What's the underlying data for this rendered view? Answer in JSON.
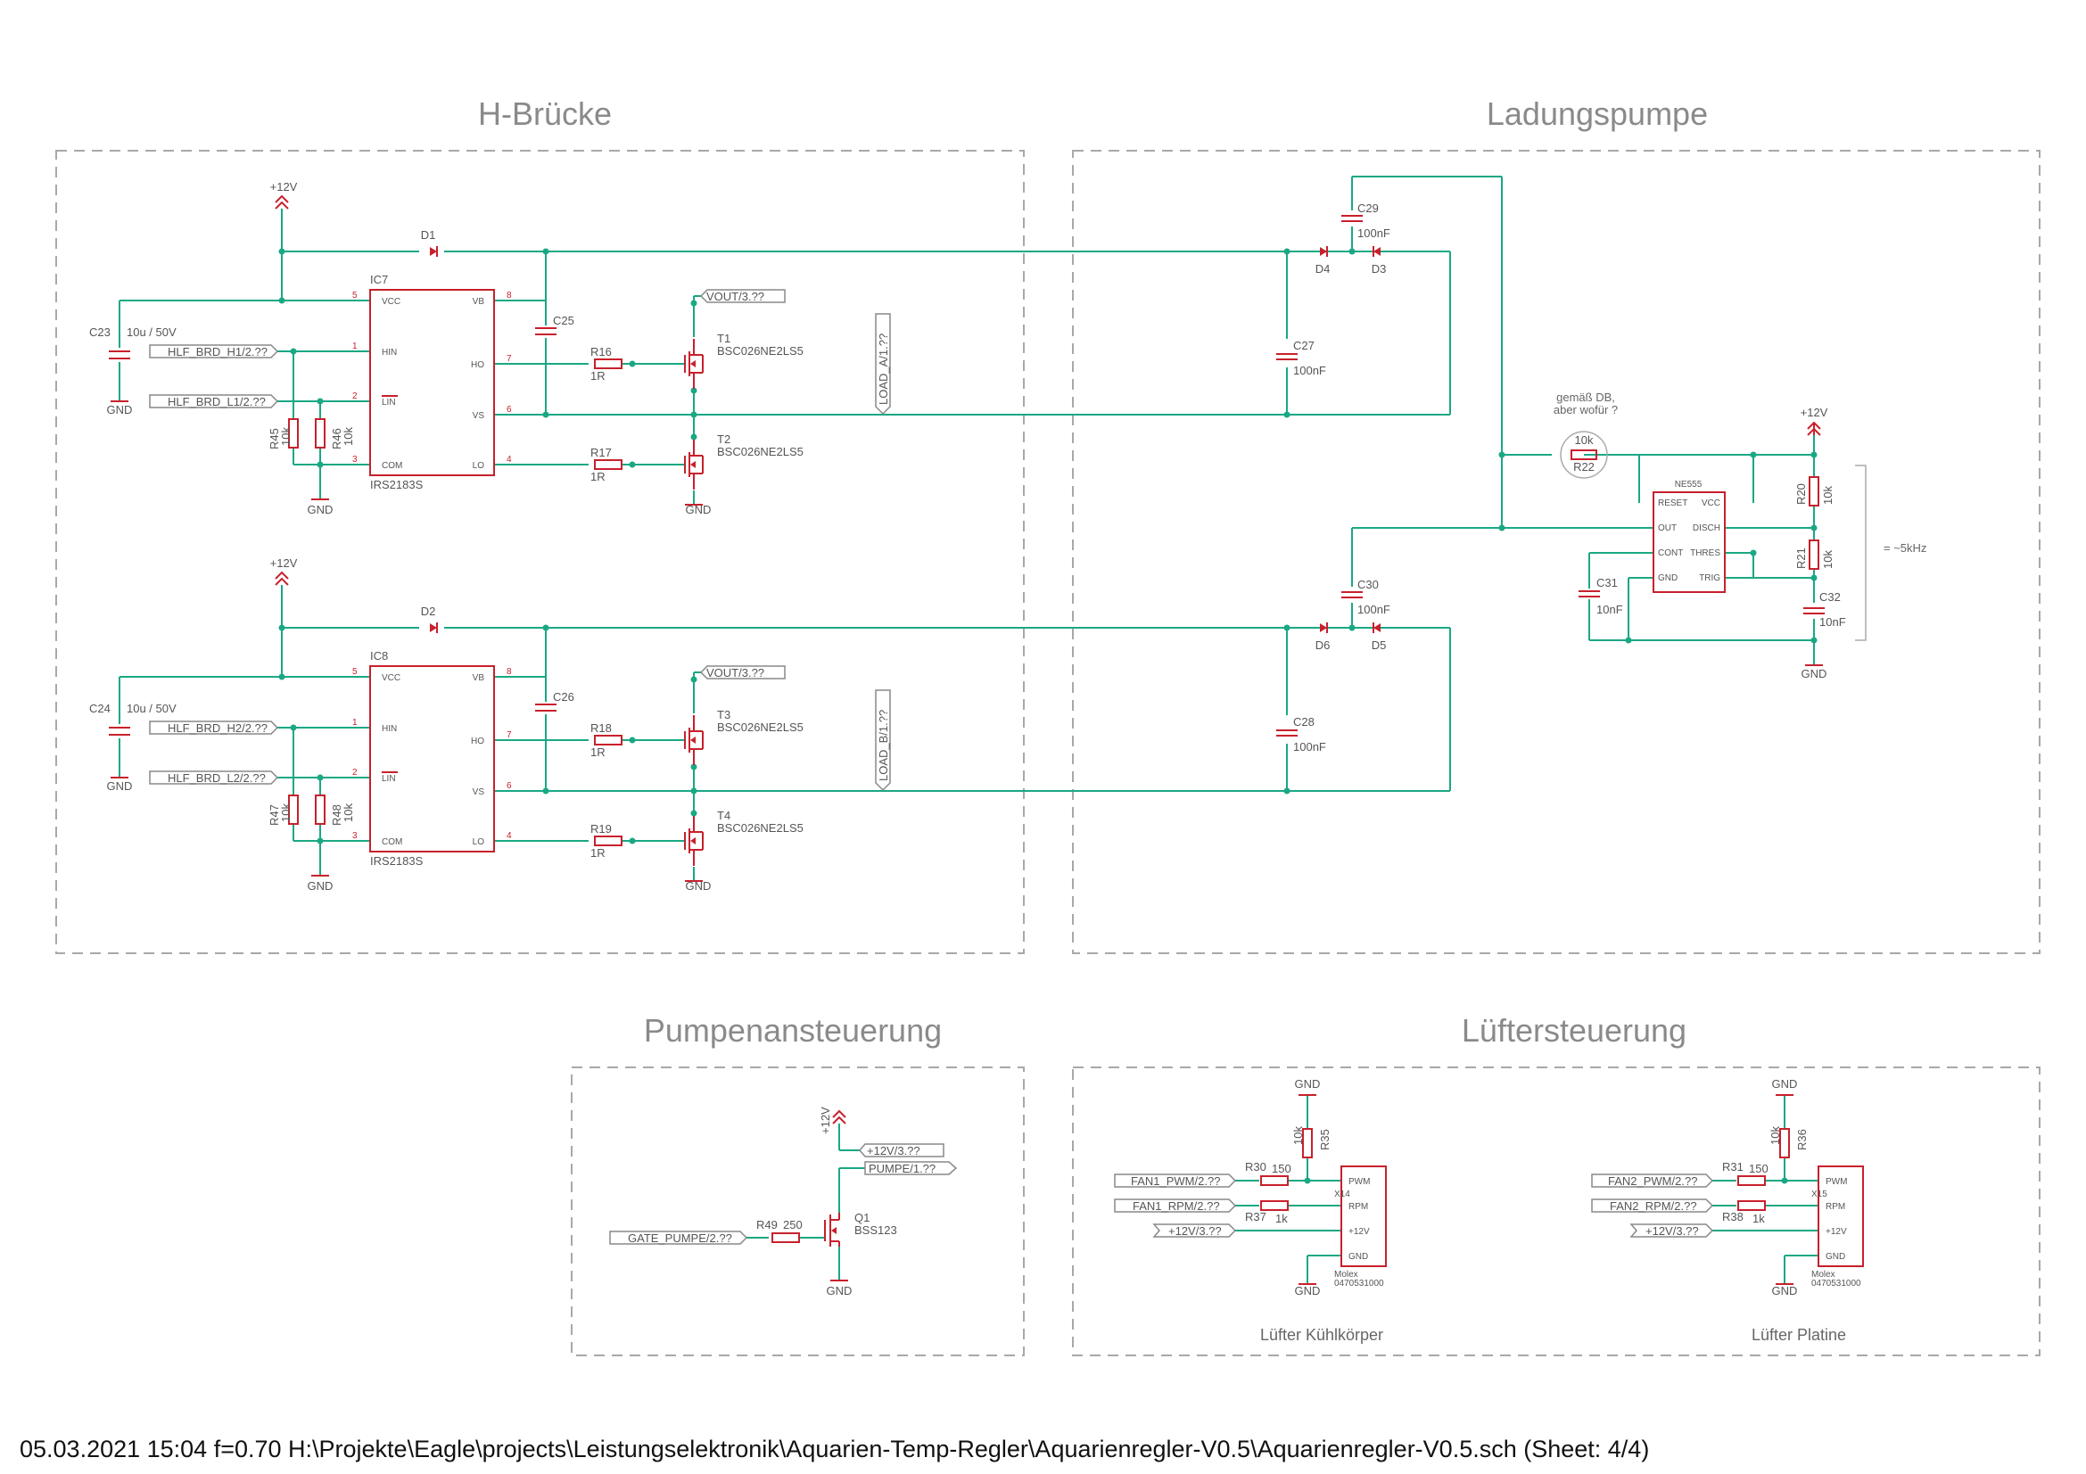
{
  "sections": {
    "h_bridge": "H-Brücke",
    "charge_pump": "Ladungspumpe",
    "pump_control": "Pumpenansteuerung",
    "fan_control": "Lüftersteuerung"
  },
  "footer": "05.03.2021 15:04  f=0.70  H:\\Projekte\\Eagle\\projects\\Leistungselektronik\\Aquarien-Temp-Regler\\Aquarienregler-V0.5\\Aquarienregler-V0.5.sch (Sheet: 4/4)",
  "colors": {
    "wire": "#1aa884",
    "part": "#c8202c",
    "frame": "#a8a8a8"
  },
  "hbridge": [
    {
      "supply": "+12V",
      "diode": "D1",
      "ic": "IC7",
      "ic_type": "IRS2183S",
      "cap_in": "C23",
      "cap_in_val": "10u / 50V",
      "cap_boot": "C25",
      "gnd": "GND",
      "in_h": "HLF_BRD_H1/2.??",
      "in_l": "HLF_BRD_L1/2.??",
      "r_a": "R45",
      "r_a_val": "10k",
      "r_b": "R46",
      "r_b_val": "10k",
      "r_hi": "R16",
      "r_hi_val": "1R",
      "r_lo": "R17",
      "r_lo_val": "1R",
      "t_hi": "T1",
      "t_lo": "T2",
      "t_type": "BSC026NE2LS5",
      "vout": "VOUT/3.??",
      "load": "LOAD_A/1.??"
    },
    {
      "supply": "+12V",
      "diode": "D2",
      "ic": "IC8",
      "ic_type": "IRS2183S",
      "cap_in": "C24",
      "cap_in_val": "10u / 50V",
      "cap_boot": "C26",
      "gnd": "GND",
      "in_h": "HLF_BRD_H2/2.??",
      "in_l": "HLF_BRD_L2/2.??",
      "r_a": "R47",
      "r_a_val": "10k",
      "r_b": "R48",
      "r_b_val": "10k",
      "r_hi": "R18",
      "r_hi_val": "1R",
      "r_lo": "R19",
      "r_lo_val": "1R",
      "t_hi": "T3",
      "t_lo": "T4",
      "t_type": "BSC026NE2LS5",
      "vout": "VOUT/3.??",
      "load": "LOAD_B/1.??"
    }
  ],
  "ic_pins": {
    "left": [
      {
        "num": "5",
        "name": "VCC"
      },
      {
        "num": "1",
        "name": "HIN"
      },
      {
        "num": "2",
        "name": "LIN"
      },
      {
        "num": "3",
        "name": "COM"
      }
    ],
    "right": [
      {
        "num": "8",
        "name": "VB"
      },
      {
        "num": "7",
        "name": "HO"
      },
      {
        "num": "6",
        "name": "VS"
      },
      {
        "num": "4",
        "name": "LO"
      }
    ]
  },
  "pump": [
    {
      "cap_top": "C29",
      "cap_top_val": "100nF",
      "d_left": "D4",
      "d_right": "D3",
      "cap_out": "C27",
      "cap_out_val": "100nF"
    },
    {
      "cap_top": "C30",
      "cap_top_val": "100nF",
      "d_left": "D6",
      "d_right": "D5",
      "cap_out": "C28",
      "cap_out_val": "100nF"
    }
  ],
  "timer": {
    "type": "NE555",
    "pins_left": [
      "RESET",
      "OUT",
      "CONT",
      "GND"
    ],
    "pins_right": [
      "VCC",
      "DISCH",
      "THRES",
      "TRIG"
    ],
    "note_line1": "gemäß DB,",
    "note_line2": "aber wofür ?",
    "r22": "R22",
    "r22_val": "10k",
    "r20": "R20",
    "r20_val": "10k",
    "r21": "R21",
    "r21_val": "10k",
    "c31": "C31",
    "c31_val": "10nF",
    "c32": "C32",
    "c32_val": "10nF",
    "supply": "+12V",
    "gnd": "GND",
    "freq": "= ~5kHz"
  },
  "pump_ctrl": {
    "supply": "+12V",
    "net_12v": "+12V/3.??",
    "net_pumpe": "PUMPE/1.??",
    "net_gate": "GATE_PUMPE/2.??",
    "r": "R49",
    "r_val": "250",
    "q": "Q1",
    "q_type": "BSS123",
    "gnd": "GND"
  },
  "fans": [
    {
      "caption": "Lüfter Kühlkörper",
      "gnd_top": "GND",
      "gnd_bot": "GND",
      "pwm_net": "FAN1_PWM/2.??",
      "rpm_net": "FAN1_RPM/2.??",
      "v_net": "+12V/3.??",
      "r_pull": "R35",
      "r_pull_val": "10k",
      "r_pwm": "R30",
      "r_pwm_val": "150",
      "r_rpm": "R37",
      "r_rpm_val": "1k",
      "conn": "X14",
      "conn_mfr": "Molex",
      "conn_part": "0470531000",
      "pins": [
        "PWM",
        "RPM",
        "+12V",
        "GND"
      ]
    },
    {
      "caption": "Lüfter Platine",
      "gnd_top": "GND",
      "gnd_bot": "GND",
      "pwm_net": "FAN2_PWM/2.??",
      "rpm_net": "FAN2_RPM/2.??",
      "v_net": "+12V/3.??",
      "r_pull": "R36",
      "r_pull_val": "10k",
      "r_pwm": "R31",
      "r_pwm_val": "150",
      "r_rpm": "R38",
      "r_rpm_val": "1k",
      "conn": "X15",
      "conn_mfr": "Molex",
      "conn_part": "0470531000",
      "pins": [
        "PWM",
        "RPM",
        "+12V",
        "GND"
      ]
    }
  ]
}
